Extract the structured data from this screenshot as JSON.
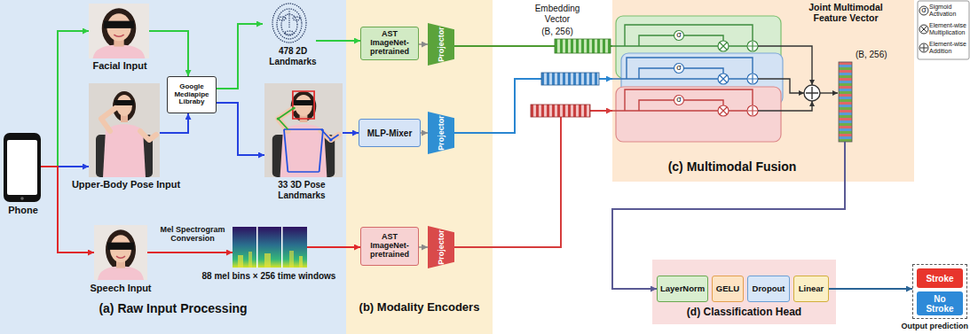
{
  "diagram": {
    "nodes": [
      {
        "text": [
          "(a) Raw Input Processing"
        ]
      },
      {
        "text": [
          "Phone"
        ],
        "in": 0
      },
      {
        "text": [
          "Facial Input"
        ],
        "in": 0
      },
      {
        "text": [
          "Upper-Body Pose Input"
        ],
        "in": 0
      },
      {
        "text": [
          "Speech Input"
        ],
        "in": 0
      },
      {
        "text": [
          "Google Mediapipe Libraby"
        ],
        "in": 0
      },
      {
        "text": [
          "478 2D Landmarks"
        ],
        "in": 0
      },
      {
        "text": [
          "33 3D Pose Landmarks"
        ],
        "in": 0
      },
      {
        "text": [
          "88 mel bins × 256 time windows"
        ],
        "in": 0
      },
      {
        "text": [
          "(b) Modality Encoders"
        ]
      },
      {
        "text": [
          "AST ImageNet-pretrained"
        ],
        "in": 9
      },
      {
        "text": [
          "MLP-Mixer"
        ],
        "in": 9
      },
      {
        "text": [
          "AST ImageNet-pretrained"
        ],
        "in": 9
      },
      {
        "text": [
          "Projector"
        ],
        "in": 9
      },
      {
        "text": [
          "Projector"
        ],
        "in": 9
      },
      {
        "text": [
          "Projector"
        ],
        "in": 9
      },
      {
        "text": [
          "(c) Multimodal Fusion"
        ]
      },
      {
        "text": [
          "Joint Multimodal Feature Vector",
          "(B, 256)"
        ],
        "in": 16
      },
      {
        "text": [
          "(d) Classification Head"
        ]
      },
      {
        "text": [
          "LayerNorm"
        ],
        "in": 18
      },
      {
        "text": [
          "GELU"
        ],
        "in": 18
      },
      {
        "text": [
          "Dropout"
        ],
        "in": 18
      },
      {
        "text": [
          "Linear"
        ],
        "in": 18
      },
      {
        "text": [
          "Output prediction"
        ]
      },
      {
        "text": [
          "Stroke"
        ],
        "in": 23
      },
      {
        "text": [
          "No Stroke"
        ],
        "in": 23
      }
    ],
    "edges": [
      {
        "from": 1,
        "to": 2,
        "arrow": "to"
      },
      {
        "from": 1,
        "to": 3,
        "arrow": "to"
      },
      {
        "from": 1,
        "to": 4,
        "arrow": "to"
      },
      {
        "from": 2,
        "to": 5,
        "arrow": "to"
      },
      {
        "from": 3,
        "to": 5,
        "arrow": "to"
      },
      {
        "from": 5,
        "to": 6,
        "arrow": "to"
      },
      {
        "from": 5,
        "to": 7,
        "arrow": "to"
      },
      {
        "from": 4,
        "to": 8,
        "label": "Mel Spectrogram Conversion",
        "arrow": "to"
      },
      {
        "from": 6,
        "to": 10,
        "arrow": "to"
      },
      {
        "from": 7,
        "to": 11,
        "arrow": "to"
      },
      {
        "from": 8,
        "to": 12,
        "arrow": "to"
      },
      {
        "from": 10,
        "to": 13,
        "arrow": "to"
      },
      {
        "from": 11,
        "to": 14,
        "arrow": "to"
      },
      {
        "from": 12,
        "to": 15,
        "arrow": "to"
      },
      {
        "from": 13,
        "to": 16,
        "arrow": "to"
      },
      {
        "from": 14,
        "to": 16,
        "arrow": "to"
      },
      {
        "from": 15,
        "to": 16,
        "arrow": "to"
      },
      {
        "from": 17,
        "to": 19,
        "arrow": "to"
      },
      {
        "from": 22,
        "to": 23,
        "arrow": "to"
      }
    ],
    "labels": [
      "Embedding Vector",
      "(B, 256)",
      "σ",
      "σ",
      "σ",
      "σ"
    ],
    "legend": [
      {
        "text": "Sigmoid Activation"
      },
      {
        "text": "Element-wise Multiplication"
      },
      {
        "text": "Element-wise Addition"
      }
    ]
  }
}
